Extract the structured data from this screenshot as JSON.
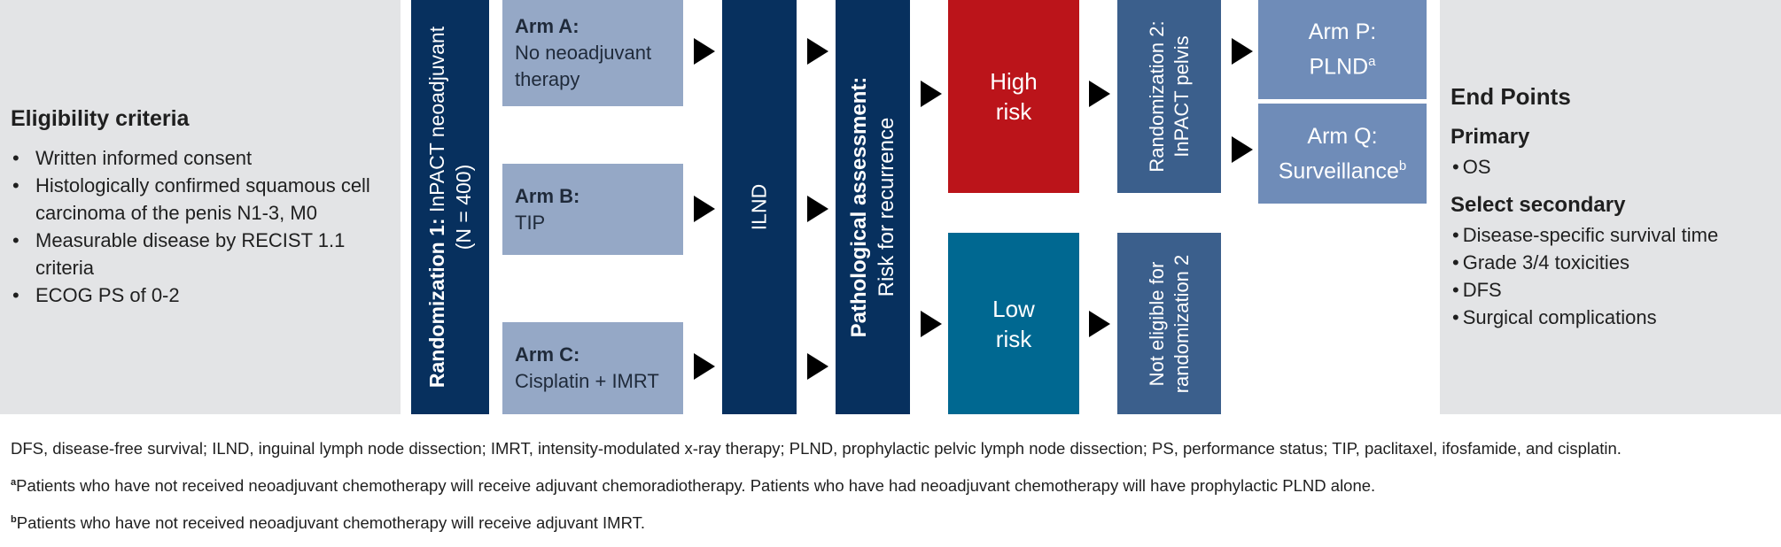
{
  "eligibility": {
    "title": "Eligibility criteria",
    "items": [
      "Written informed consent",
      "Histologically confirmed squamous cell carcinoma of the penis N1-3, M0",
      "Measurable disease by RECIST 1.1 criteria",
      "ECOG PS of 0-2"
    ]
  },
  "randomization1": {
    "label": "Randomization 1:",
    "text": "InPACT neoadjuvant",
    "n": "(N = 400)"
  },
  "arms": [
    {
      "title": "Arm A:",
      "desc": "No neoadjuvant therapy"
    },
    {
      "title": "Arm B:",
      "desc": "TIP"
    },
    {
      "title": "Arm C:",
      "desc": "Cisplatin + IMRT"
    }
  ],
  "ilnd": "ILND",
  "pathology": {
    "label": "Pathological assessment:",
    "text": "Risk for recurrence"
  },
  "risk": {
    "high": [
      "High",
      "risk"
    ],
    "low": [
      "Low",
      "risk"
    ],
    "high_color": "#bb141a",
    "low_color": "#006891"
  },
  "randomization2": {
    "line1": "Randomization 2:",
    "line2": "InPACT pelvis"
  },
  "not_eligible": {
    "line1": "Not eligible for",
    "line2": "randomization 2"
  },
  "arm_p": {
    "title": "Arm P:",
    "desc": "PLND",
    "sup": "a"
  },
  "arm_q": {
    "title": "Arm Q:",
    "desc": "Surveillance",
    "sup": "b"
  },
  "endpoints": {
    "title": "End Points",
    "primary_label": "Primary",
    "primary_items": [
      "OS"
    ],
    "secondary_label": "Select secondary",
    "secondary_items": [
      "Disease-specific survival time",
      "Grade 3/4 toxicities",
      "DFS",
      "Surgical complications"
    ]
  },
  "footnotes": {
    "abbrev": "DFS, disease-free survival; ILND, inguinal lymph node dissection; IMRT, intensity-modulated x-ray therapy; PLND, prophylactic pelvic lymph node dissection; PS, performance status; TIP, paclitaxel, ifosfamide, and cisplatin.",
    "a_mark": "a",
    "a_text": "Patients who have not received neoadjuvant chemotherapy will receive adjuvant chemoradiotherapy. Patients who have had neoadjuvant chemotherapy will have prophylactic PLND alone.",
    "b_mark": "b",
    "b_text": "Patients who have not received neoadjuvant chemotherapy will receive adjuvant IMRT."
  },
  "colors": {
    "navy": "#07305e",
    "slate": "#3b5f8c",
    "arm_light": "#95a8c6",
    "arm_pq": "#6f8cb8",
    "panel": "#e3e4e6"
  }
}
